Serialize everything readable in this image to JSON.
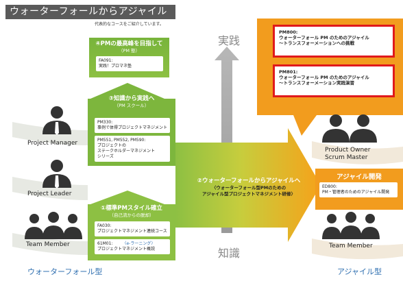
{
  "header": {
    "title": "ウォーターフォールからアジャイルへ",
    "note": "代表的なコースをご紹介しています。"
  },
  "axis": {
    "top": "実践",
    "bottom": "知識"
  },
  "waterfall": {
    "step4": {
      "title": "④PMの最高峰を目指して",
      "sub": "（PM 塾）",
      "courses": [
        "FA091:",
        "実践！プロマネ塾"
      ]
    },
    "step3": {
      "title": "③知識から実践へ",
      "sub": "（PM スクール）",
      "box1": [
        "PM330:",
        "事例で体得プロジェクトマネジメント"
      ],
      "box2": [
        "PM551, PM552, PM590:",
        "プロジェクトの",
        "ステークホルダーマネジメント",
        "シリーズ"
      ]
    },
    "step1": {
      "title": "①標準PMスタイル確立",
      "sub": "（自己流からの脱却）",
      "box1": [
        "FA030:",
        "プロジェクトマネジメント連続コース"
      ],
      "box2a": "61M01:",
      "box2tag": "〈e-ラーニング〉",
      "box2b": "プロジェクトマネジメント概説"
    },
    "roles": [
      "Project Manager",
      "Project Leader",
      "Team Member"
    ],
    "label": "ウォーターフォール型"
  },
  "transition": {
    "title": "②ウォーターフォールからアジャイルへ",
    "sub1": "〈ウォーターフォール型PMのための",
    "sub2": "アジャイル型プロジェクトマネジメント研修〉"
  },
  "agile": {
    "pm800": [
      "PM800:",
      "ウォーターフォール PM のためのアジャイル",
      "～トランスフォーメーションへの挑戦"
    ],
    "pm801": [
      "PM801:",
      "ウォーターフォール PM のためのアジャイル",
      "～トランスフォーメーション実践演習"
    ],
    "roles": [
      "Product Owner",
      "Scrum Master",
      "Team Member"
    ],
    "dev_title": "アジャイル開発",
    "ed800": [
      "ED800:",
      "PM・管理者のためのアジャイル開発"
    ],
    "label": "アジャイル型"
  },
  "colors": {
    "green_dark": "#5ea234",
    "green_light": "#8dc043",
    "orange": "#f29c1e",
    "red": "#e0191c",
    "gray": "#5a5a5a"
  }
}
